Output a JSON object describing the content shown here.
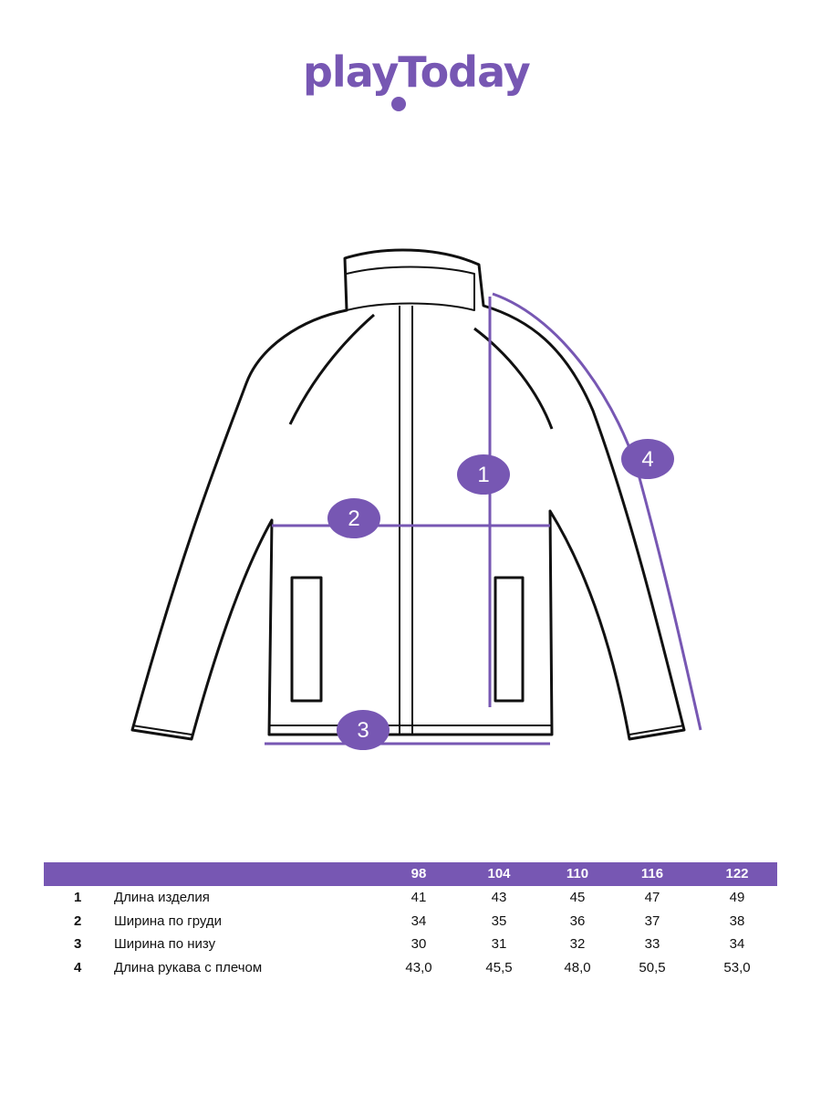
{
  "brand": {
    "logo_text": "playToday",
    "color": "#7757b3"
  },
  "markers": [
    "1",
    "2",
    "3",
    "4"
  ],
  "table": {
    "sizes": [
      "98",
      "104",
      "110",
      "116",
      "122"
    ],
    "rows": [
      {
        "num": "1",
        "label": "Длина изделия",
        "values": [
          "41",
          "43",
          "45",
          "47",
          "49"
        ]
      },
      {
        "num": "2",
        "label": "Ширина по груди",
        "values": [
          "34",
          "35",
          "36",
          "37",
          "38"
        ]
      },
      {
        "num": "3",
        "label": "Ширина по низу",
        "values": [
          "30",
          "31",
          "32",
          "33",
          "34"
        ]
      },
      {
        "num": "4",
        "label": "Длина рукава с плечом",
        "values": [
          "43,0",
          "45,5",
          "48,0",
          "50,5",
          "53,0"
        ]
      }
    ]
  }
}
